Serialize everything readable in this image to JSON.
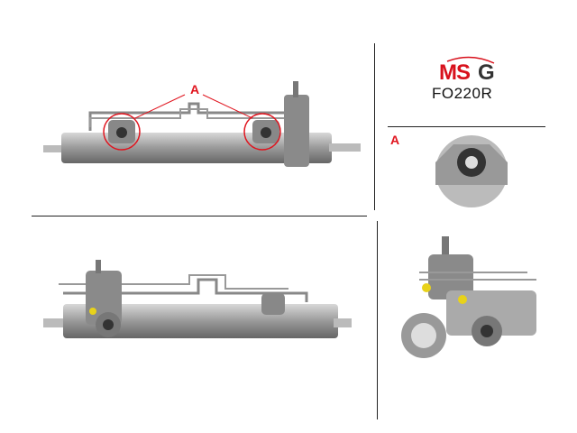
{
  "brand": {
    "logo_text_m_s": "MS",
    "logo_text_g": "G",
    "red": "#d8111c",
    "grey": "#333333"
  },
  "part_number": "FO220R",
  "callout_label": "A",
  "detail_label": "A"
}
